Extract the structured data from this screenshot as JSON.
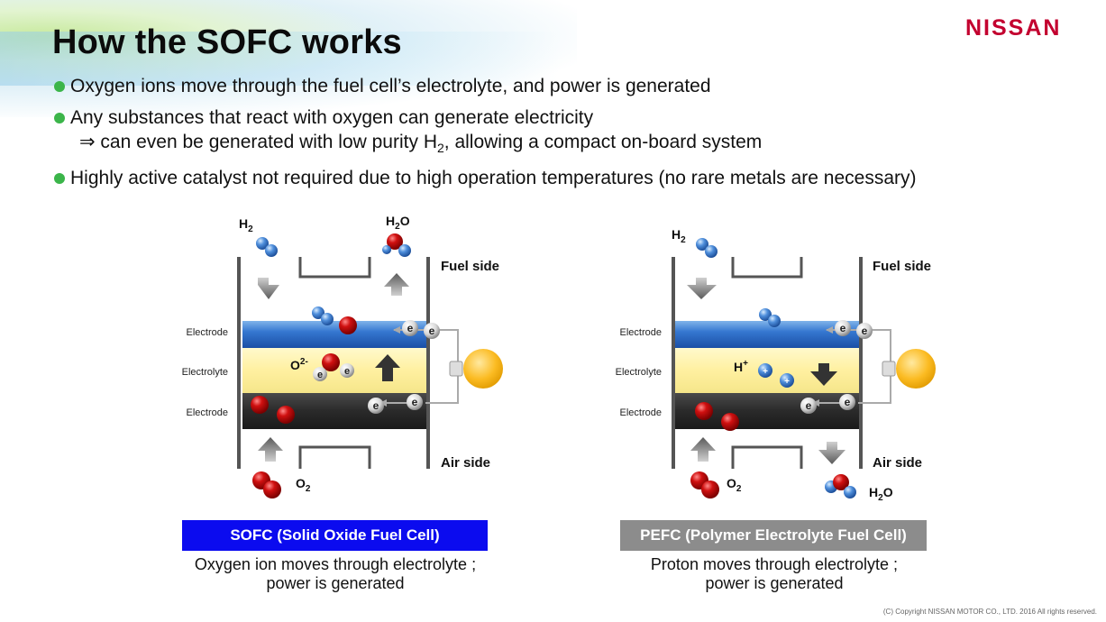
{
  "header": {
    "title": "How the SOFC works",
    "logo": "NISSAN",
    "brand_color": "#c3002f"
  },
  "bullets": {
    "item1": "Oxygen ions move through the fuel cell’s electrolyte, and power is generated",
    "item2": "Any substances that react with oxygen can generate electricity",
    "item2_sub_prefix": "⇒ can even be generated with low purity H",
    "item2_sub_subscript": "2",
    "item2_sub_suffix": ", allowing a compact on-board system",
    "item3": "Highly active catalyst not required due to high operation temperatures (no rare metals are necessary)"
  },
  "sofc": {
    "input_h2": "H",
    "output_h2o": "H",
    "o2": "O",
    "fuel_side": "Fuel side",
    "air_side": "Air side",
    "electrode_top": "Electrode",
    "electrolyte": "Electrolyte",
    "electrode_bottom": "Electrode",
    "ion": "O",
    "ion_charge": "2-",
    "electron": "e",
    "caption": "SOFC (Solid Oxide Fuel Cell)",
    "caption_color": "#0b0bef",
    "desc_line1": "Oxygen ion moves through electrolyte ;",
    "desc_line2": "power is generated"
  },
  "pefc": {
    "input_h2": "H",
    "output_h2o": "H",
    "o2": "O",
    "fuel_side": "Fuel side",
    "air_side": "Air side",
    "electrode_top": "Electrode",
    "electrolyte": "Electrolyte",
    "electrode_bottom": "Electrode",
    "ion": "H",
    "ion_charge": "+",
    "electron": "e",
    "caption": "PEFC (Polymer Electrolyte Fuel Cell)",
    "caption_color": "#8c8c8c",
    "desc_line1": "Proton moves through electrolyte ;",
    "desc_line2": "power is generated"
  },
  "footer": {
    "copyright": "(C) Copyright NISSAN MOTOR CO., LTD. 2016 All rights reserved."
  }
}
